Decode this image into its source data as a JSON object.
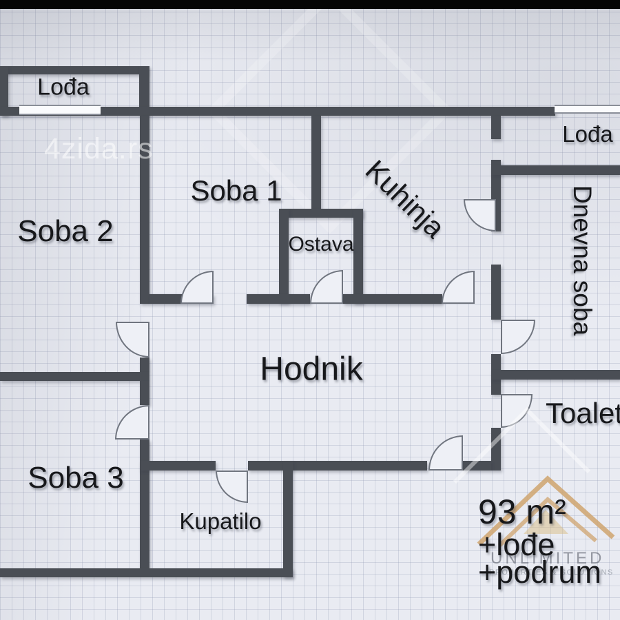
{
  "rooms": [
    {
      "id": "lodja-top-left",
      "label": "Lođa"
    },
    {
      "id": "soba-1",
      "label": "Soba 1"
    },
    {
      "id": "soba-2",
      "label": "Soba 2"
    },
    {
      "id": "ostava",
      "label": "Ostava"
    },
    {
      "id": "kuhinja",
      "label": "Kuhinja"
    },
    {
      "id": "lodja-top-right",
      "label": "Lođa"
    },
    {
      "id": "dnevna-soba",
      "label": "Dnevna soba"
    },
    {
      "id": "hodnik",
      "label": "Hodnik"
    },
    {
      "id": "toalet",
      "label": "Toalet"
    },
    {
      "id": "soba-3",
      "label": "Soba 3"
    },
    {
      "id": "kupatilo",
      "label": "Kupatilo"
    }
  ],
  "area_note": {
    "line1": "93 m²",
    "line2": "+lođe",
    "line3": "+podrum"
  },
  "watermarks": {
    "portal": "4zida.rs",
    "agency_name": "UNLIMITED",
    "agency_tagline": "PROPERTIES & SOLUTIONS"
  },
  "colors": {
    "wall": "#4a4e55",
    "background": "#e9ebf2",
    "text": "#17181b",
    "door_outline": "#70757f",
    "agency_gold": "#cfa46f"
  }
}
